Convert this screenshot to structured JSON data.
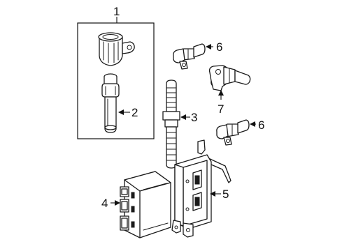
{
  "callouts": {
    "c1": "1",
    "c2": "2",
    "c3": "3",
    "c4": "4",
    "c5": "5",
    "c6a": "6",
    "c6b": "6",
    "c7": "7"
  }
}
